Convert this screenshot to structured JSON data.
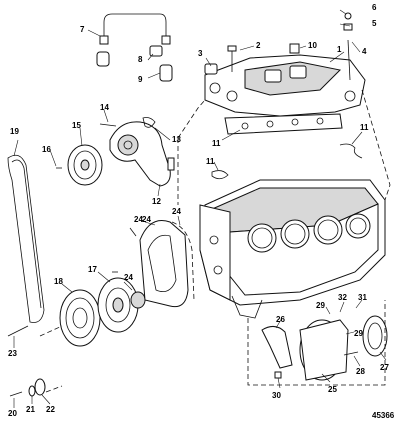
{
  "figure_number": "45366",
  "callouts": [
    "1",
    "2",
    "3",
    "4",
    "5",
    "6",
    "7",
    "8",
    "9",
    "10",
    "11",
    "11",
    "11",
    "12",
    "13",
    "14",
    "15",
    "16",
    "17",
    "18",
    "19",
    "20",
    "21",
    "22",
    "23",
    "24",
    "24",
    "24",
    "24",
    "25",
    "26",
    "27",
    "28",
    "29",
    "29",
    "30",
    "31",
    "32"
  ]
}
